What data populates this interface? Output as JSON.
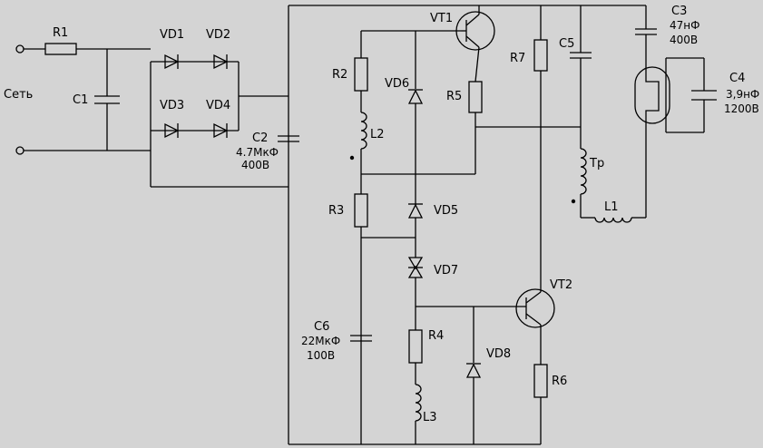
{
  "diagram": {
    "background": "#d4d4d4",
    "line_color": "#000000",
    "input": {
      "label": "Сеть"
    },
    "components": {
      "R1": "R1",
      "C1": "C1",
      "VD1": "VD1",
      "VD2": "VD2",
      "VD3": "VD3",
      "VD4": "VD4",
      "C2": "C2",
      "C2_cap": "4.7МкФ",
      "C2_volt": "400В",
      "VT1": "VT1",
      "VT2": "VT2",
      "R2": "R2",
      "L2": "L2",
      "VD6": "VD6",
      "R5": "R5",
      "R3": "R3",
      "VD5": "VD5",
      "VD7": "VD7",
      "C6": "C6",
      "C6_cap": "22МкФ",
      "C6_volt": "100В",
      "R4": "R4",
      "L3": "L3",
      "VD8": "VD8",
      "R6": "R6",
      "R7": "R7",
      "C5": "C5",
      "Tr": "Тр",
      "L1": "L1",
      "C3": "C3",
      "C3_cap": "47нФ",
      "C3_volt": "400В",
      "C4": "C4",
      "C4_cap": "3,9нФ",
      "C4_volt": "1200В"
    }
  }
}
